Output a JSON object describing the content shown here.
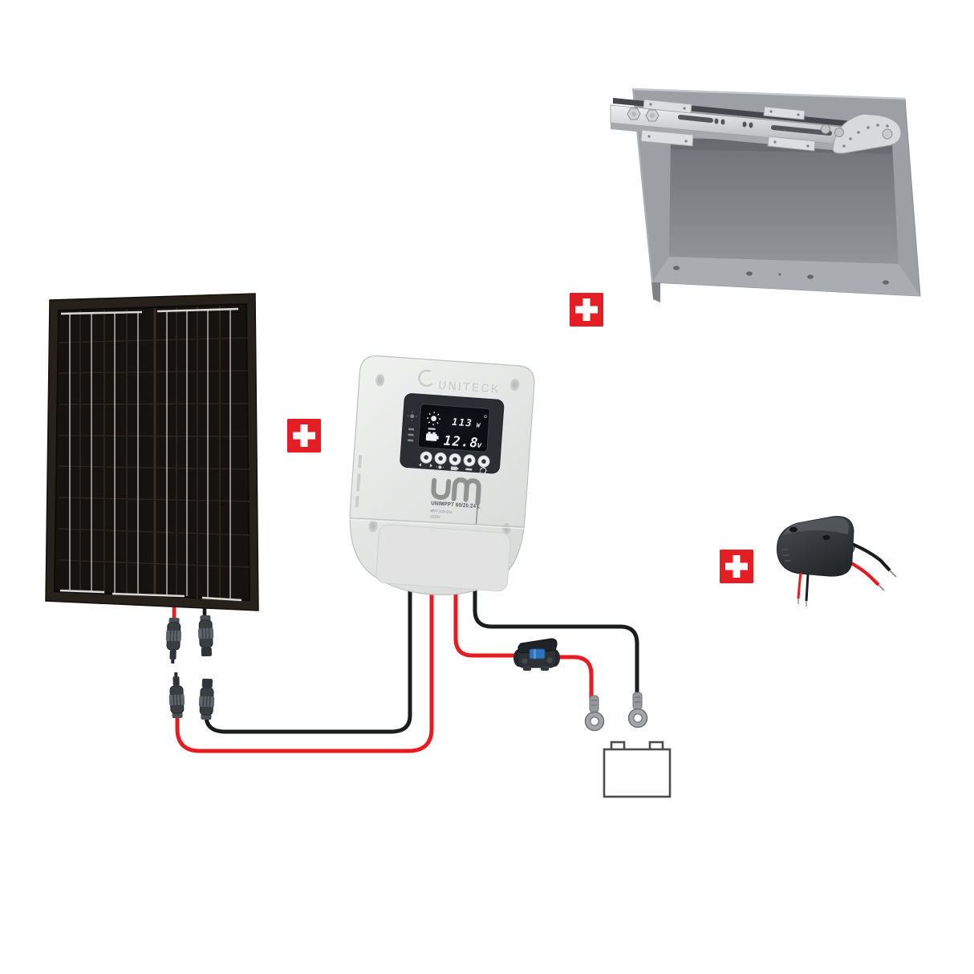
{
  "scene": {
    "background": "#ffffff",
    "description": "Solar kit assembly diagram: panel + controller + mounting frame + cable gland + battery wiring",
    "plus_symbol": "+",
    "plus_color": "#e31e24"
  },
  "controller": {
    "brand": "UNITECK",
    "logo_text": "um",
    "model": "UNIMPPT 60/20.24 L",
    "subline": "MPPT TECH EVO",
    "voltage_rating": "12/24V",
    "display": {
      "power_value": "113",
      "power_unit": "W",
      "voltage_value": "12.8",
      "voltage_unit": "v",
      "screen_icons": [
        "sun-icon",
        "battery-icon",
        "charge-bar-icon",
        "status-dot-icon"
      ]
    },
    "button_icons": [
      "prev-next-arrows-icon",
      "sun-icon",
      "battery-icon",
      "minus-icon",
      "reset-icon"
    ],
    "body_color": "#e6e7e6",
    "display_panel_color": "#2b2e32"
  },
  "components": {
    "solar_panel": {
      "frame_color": "#27211b",
      "cell_color": "#16120f",
      "busbar_color": "#d9d9d7"
    },
    "mounting_frame": {
      "color": "#9c9fa3",
      "bracket_color": "#d9dbdc"
    },
    "cable_gland": {
      "color": "#34373b"
    },
    "mc4_connector_count": 4,
    "ring_terminal_count": 2,
    "wires": {
      "red": "#e81b20",
      "black": "#1a1c1e"
    },
    "battery": {
      "outline_color": "#4c4c4c"
    },
    "fuse": {
      "color": "#2f74ba"
    }
  }
}
